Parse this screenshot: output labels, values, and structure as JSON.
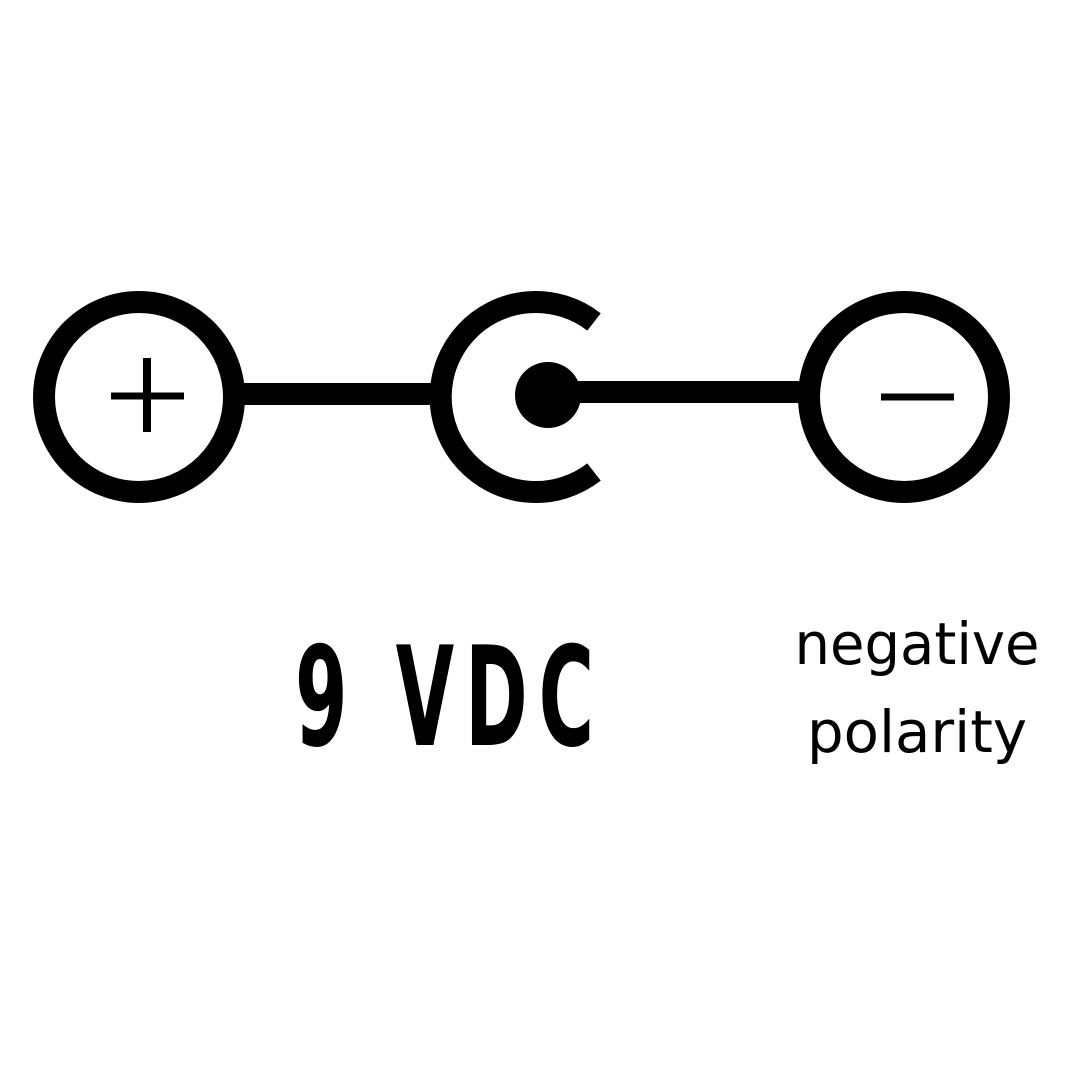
{
  "diagram": {
    "positive_symbol": "+",
    "negative_symbol": "−",
    "voltage_label": "9 VDC",
    "polarity_line_1": "negative",
    "polarity_line_2": "polarity",
    "stroke_color": "#000000",
    "background_color": "#ffffff",
    "icons": [
      "positive-terminal-icon",
      "center-pin-connector-icon",
      "negative-terminal-icon"
    ]
  }
}
